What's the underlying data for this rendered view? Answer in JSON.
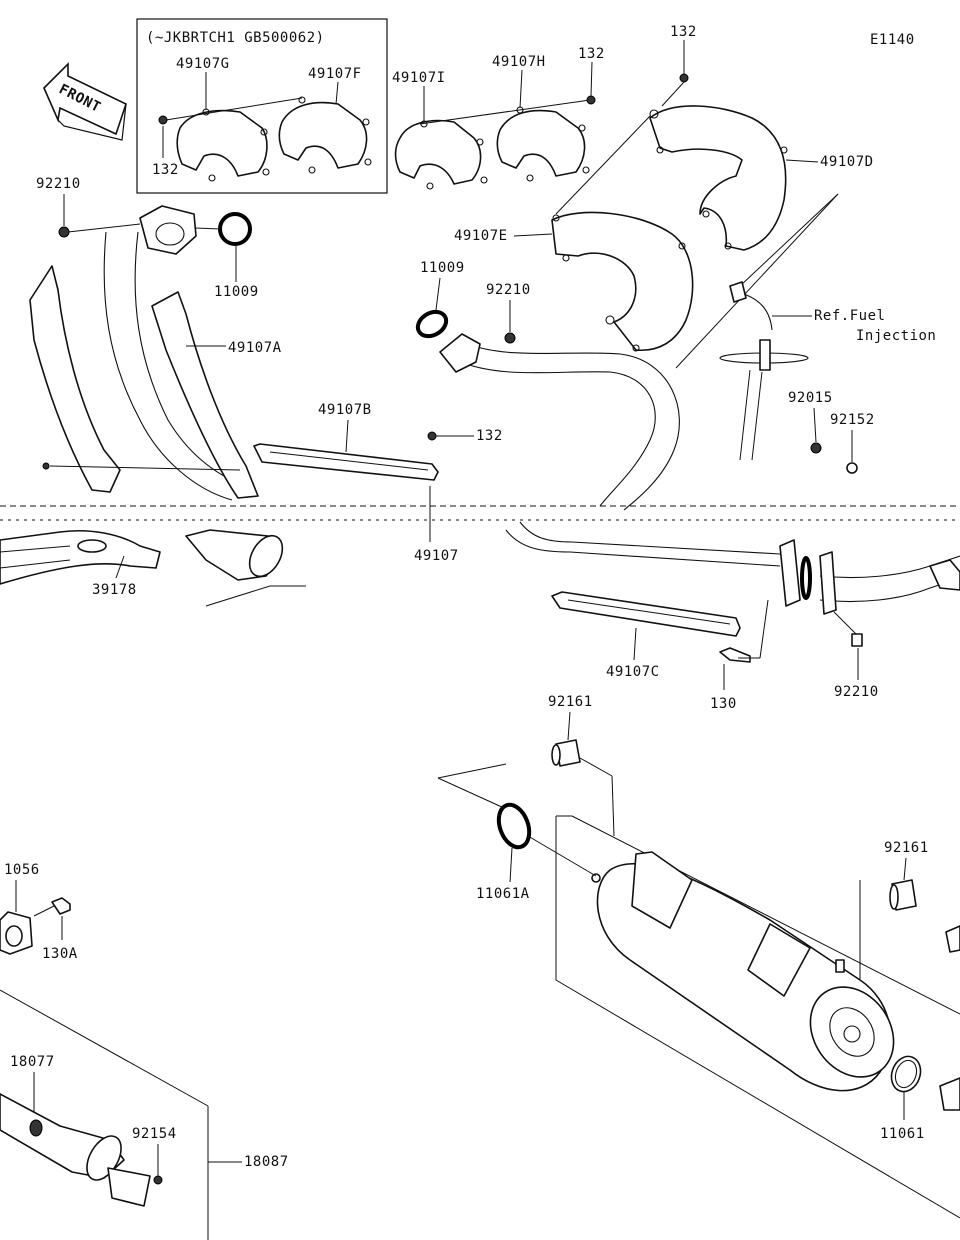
{
  "diagram": {
    "code": "E1140",
    "front_label": "FRONT",
    "variant_box_label": "(~JKBRTCH1 GB500062)",
    "ref_label_line1": "Ref.Fuel",
    "ref_label_line2": "Injection",
    "parts": {
      "p49107G": "49107G",
      "p49107F": "49107F",
      "p132_box": "132",
      "p49107I": "49107I",
      "p49107H": "49107H",
      "p132_a": "132",
      "p132_b": "132",
      "p49107D": "49107D",
      "p49107E": "49107E",
      "p92210_a": "92210",
      "p11009_a": "11009",
      "p11009_b": "11009",
      "p92210_b": "92210",
      "p49107A": "49107A",
      "p49107B": "49107B",
      "p132_c": "132",
      "p49107": "49107",
      "p39178": "39178",
      "p92015": "92015",
      "p92152": "92152",
      "p49107C": "49107C",
      "p130": "130",
      "p92210_c": "92210",
      "p92161_a": "92161",
      "p11061A": "11061A",
      "p92161_b": "92161",
      "p11056": "1056",
      "p130A": "130A",
      "p18077": "18077",
      "p92154": "92154",
      "p18087": "18087",
      "p11061": "11061"
    }
  }
}
